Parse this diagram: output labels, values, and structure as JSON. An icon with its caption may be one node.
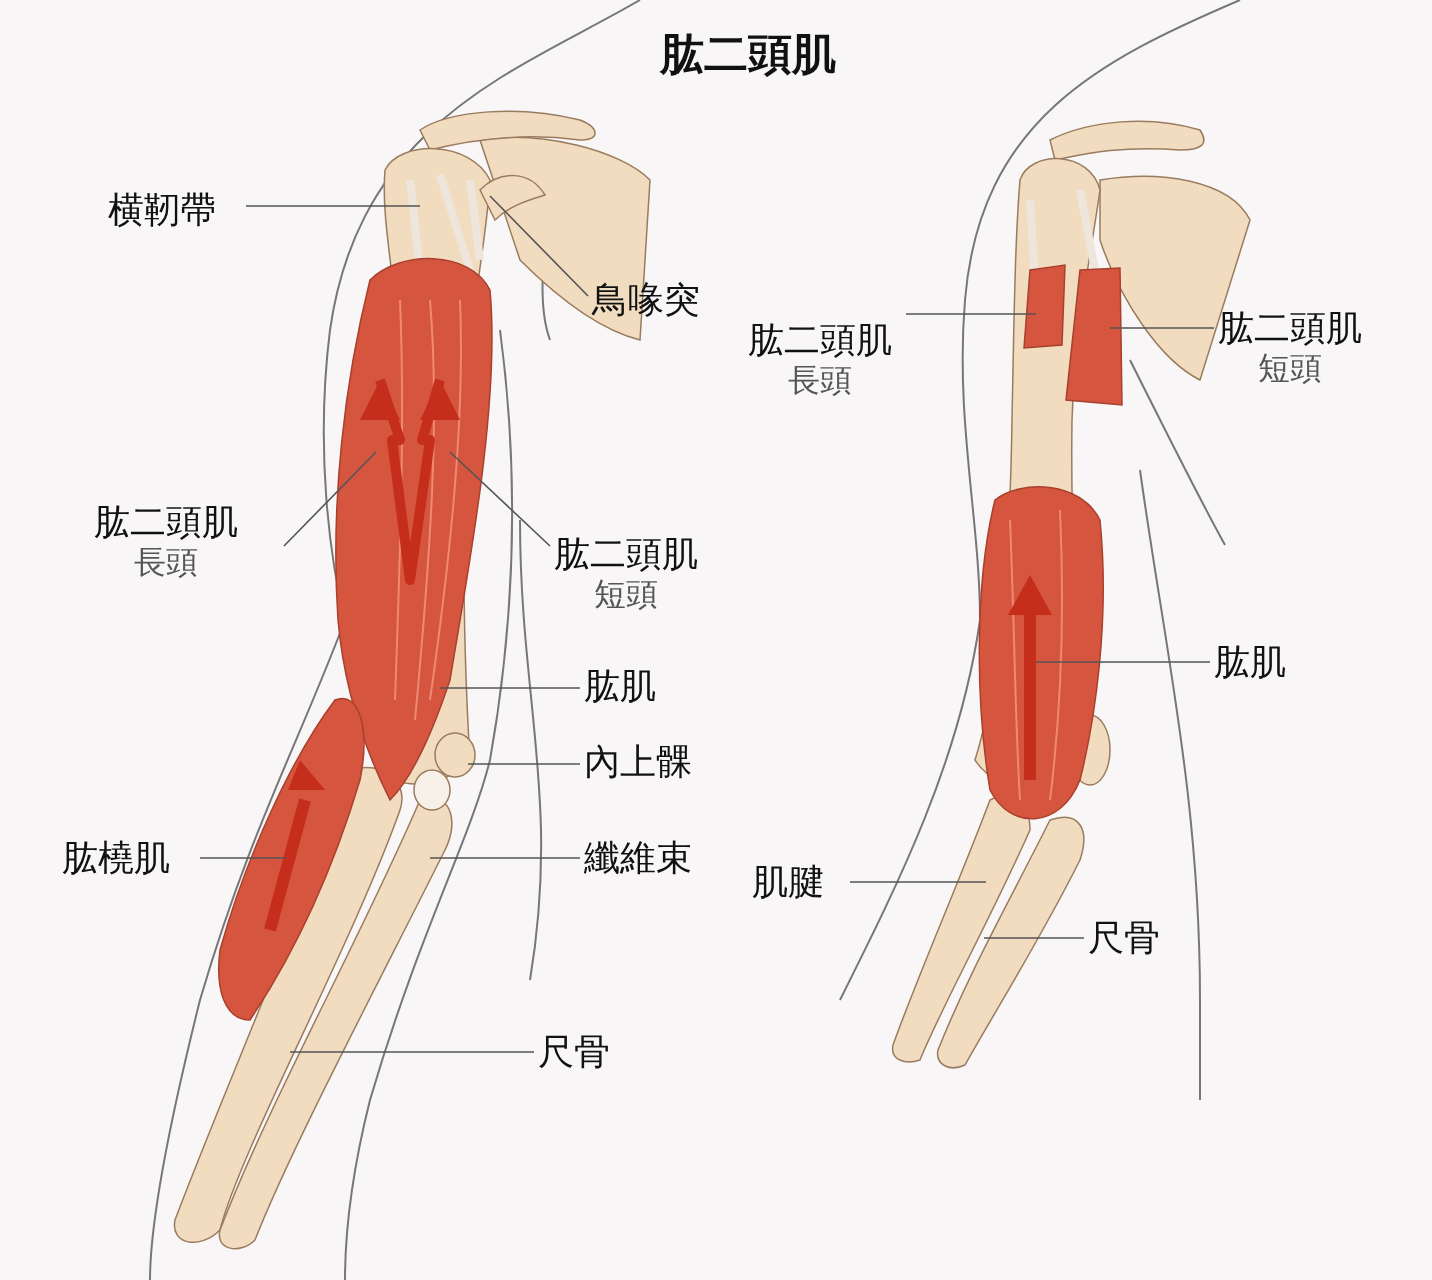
{
  "diagram": {
    "title": "肱二頭肌",
    "nodes": [
      {
        "text": [
          "横靭帶"
        ]
      },
      {
        "text": [
          "鳥喙突"
        ]
      },
      {
        "text": [
          "肱二頭肌",
          "長頭"
        ]
      },
      {
        "text": [
          "肱二頭肌",
          "短頭"
        ]
      },
      {
        "text": [
          "肱肌"
        ]
      },
      {
        "text": [
          "內上髁"
        ]
      },
      {
        "text": [
          "肱橈肌"
        ]
      },
      {
        "text": [
          "纖維束"
        ]
      },
      {
        "text": [
          "尺骨"
        ]
      },
      {
        "text": [
          "肱二頭肌",
          "長頭"
        ]
      },
      {
        "text": [
          "肱二頭肌",
          "短頭"
        ]
      },
      {
        "text": [
          "肱肌"
        ]
      },
      {
        "text": [
          "肌腱"
        ]
      },
      {
        "text": [
          "尺骨"
        ]
      }
    ],
    "edges": [
      {
        "from": 0,
        "to": null,
        "arrow": "none"
      },
      {
        "from": 1,
        "to": null,
        "arrow": "none"
      },
      {
        "from": 2,
        "to": null,
        "arrow": "none"
      },
      {
        "from": 3,
        "to": null,
        "arrow": "none"
      },
      {
        "from": 4,
        "to": null,
        "arrow": "none"
      },
      {
        "from": 5,
        "to": null,
        "arrow": "none"
      },
      {
        "from": 6,
        "to": null,
        "arrow": "none"
      },
      {
        "from": 7,
        "to": null,
        "arrow": "none"
      },
      {
        "from": 8,
        "to": null,
        "arrow": "none"
      },
      {
        "from": 9,
        "to": null,
        "arrow": "none"
      },
      {
        "from": 10,
        "to": null,
        "arrow": "none"
      },
      {
        "from": 11,
        "to": null,
        "arrow": "none"
      },
      {
        "from": 12,
        "to": null,
        "arrow": "none"
      },
      {
        "from": 13,
        "to": null,
        "arrow": "none"
      }
    ]
  }
}
